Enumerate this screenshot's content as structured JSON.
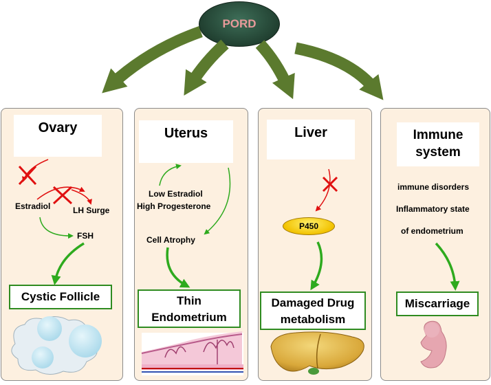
{
  "center": {
    "label": "PORD"
  },
  "ovary": {
    "title": "Ovary",
    "estradiol": "Estradiol",
    "lh_surge": "LH Surge",
    "fsh": "FSH",
    "outcome": "Cystic Follicle"
  },
  "uterus": {
    "title": "Uterus",
    "low_estradiol": "Low Estradiol",
    "high_progesterone": "High Progesterone",
    "cell_atrophy": "Cell Atrophy",
    "outcome_line1": "Thin",
    "outcome_line2": "Endometrium"
  },
  "liver": {
    "title": "Liver",
    "enzyme": "P450",
    "outcome_line1": "Damaged Drug",
    "outcome_line2": "metabolism"
  },
  "immune": {
    "title_line1": "Immune",
    "title_line2": "system",
    "item1": "immune disorders",
    "item2": "Inflammatory state",
    "item3": "of endometrium",
    "outcome": "Miscarriage"
  },
  "colors": {
    "big_arrow": "#5b7a2e",
    "green_arrow": "#2eaa1e",
    "red_arrow": "#e01010",
    "outcome_border": "#2e8b20",
    "panel_bg": "#fdf0e0"
  }
}
